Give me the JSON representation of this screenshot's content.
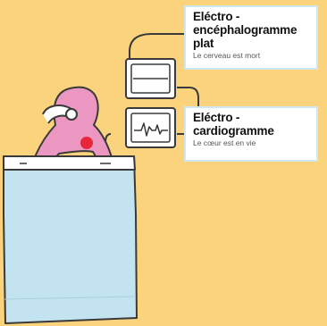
{
  "colors": {
    "background": "#fbd37d",
    "patient": "#ec96c2",
    "outline": "#3a3a3a",
    "heart": "#e8263a",
    "bed_top": "#ffffff",
    "bed_bottom": "#c4e3f0",
    "monitor_face": "#ffffff",
    "label_border": "#cfe7ee"
  },
  "labels": {
    "eeg": {
      "title_line1": "Eléctro -",
      "title_line2": "encéphalogramme",
      "title_line3": "plat",
      "subtitle": "Le cerveau est mort"
    },
    "ecg": {
      "title_line1": "Eléctro -",
      "title_line2": "cardiogramme",
      "subtitle": "Le cœur est en vie"
    }
  },
  "icons": {
    "eeg_monitor": "flat-line-monitor-icon",
    "ecg_monitor": "heartbeat-monitor-icon",
    "heart": "heart-icon",
    "breathing_mask": "breathing-tube-icon"
  }
}
